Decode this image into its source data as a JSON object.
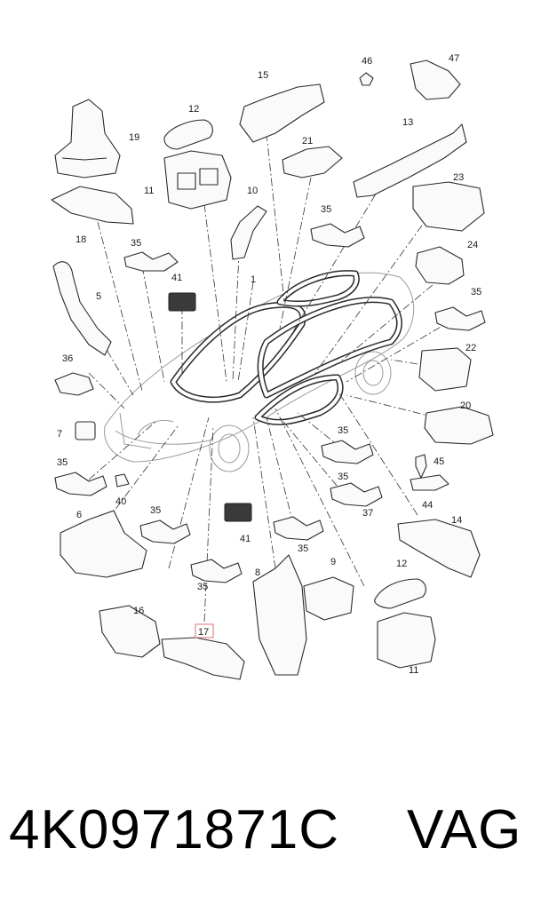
{
  "diagram": {
    "callouts": [
      {
        "id": "c1",
        "label": "1"
      },
      {
        "id": "c5",
        "label": "5"
      },
      {
        "id": "c6",
        "label": "6"
      },
      {
        "id": "c7",
        "label": "7"
      },
      {
        "id": "c8",
        "label": "8"
      },
      {
        "id": "c9",
        "label": "9"
      },
      {
        "id": "c10",
        "label": "10"
      },
      {
        "id": "c11a",
        "label": "11"
      },
      {
        "id": "c11b",
        "label": "11"
      },
      {
        "id": "c12a",
        "label": "12"
      },
      {
        "id": "c12b",
        "label": "12"
      },
      {
        "id": "c13",
        "label": "13"
      },
      {
        "id": "c14",
        "label": "14"
      },
      {
        "id": "c15",
        "label": "15"
      },
      {
        "id": "c16",
        "label": "16"
      },
      {
        "id": "c17",
        "label": "17",
        "highlighted": true
      },
      {
        "id": "c18",
        "label": "18"
      },
      {
        "id": "c19",
        "label": "19"
      },
      {
        "id": "c20",
        "label": "20"
      },
      {
        "id": "c21",
        "label": "21"
      },
      {
        "id": "c22",
        "label": "22"
      },
      {
        "id": "c23",
        "label": "23"
      },
      {
        "id": "c24",
        "label": "24"
      },
      {
        "id": "c35a",
        "label": "35"
      },
      {
        "id": "c35b",
        "label": "35"
      },
      {
        "id": "c35c",
        "label": "35"
      },
      {
        "id": "c35d",
        "label": "35"
      },
      {
        "id": "c35e",
        "label": "35"
      },
      {
        "id": "c35f",
        "label": "35"
      },
      {
        "id": "c35g",
        "label": "35"
      },
      {
        "id": "c35h",
        "label": "35"
      },
      {
        "id": "c35i",
        "label": "35"
      },
      {
        "id": "c36",
        "label": "36"
      },
      {
        "id": "c37",
        "label": "37"
      },
      {
        "id": "c40",
        "label": "40"
      },
      {
        "id": "c41a",
        "label": "41"
      },
      {
        "id": "c41b",
        "label": "41"
      },
      {
        "id": "c44",
        "label": "44"
      },
      {
        "id": "c45",
        "label": "45"
      },
      {
        "id": "c46",
        "label": "46"
      },
      {
        "id": "c47",
        "label": "47"
      }
    ],
    "highlight_color": "#e0707a"
  },
  "footer": {
    "part_number": "4K0971871C",
    "brand": "VAG"
  }
}
